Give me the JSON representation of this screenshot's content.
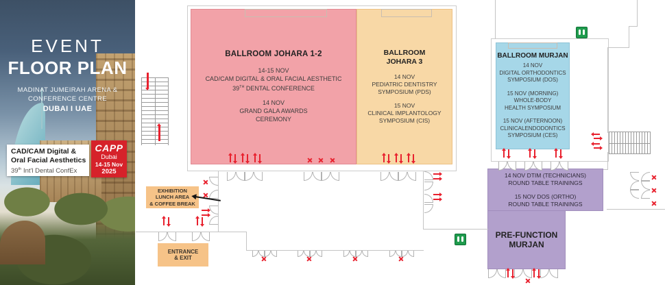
{
  "panel": {
    "title1": "EVENT",
    "title2": "FLOOR PLAN",
    "venue1": "MADINAT JUMEIRAH ARENA &",
    "venue2": "CONFERENCE CENTRE",
    "venue3": "DUBAI I UAE",
    "event1": "CAD/CAM Digital &",
    "event2": "Oral Facial Aesthetics",
    "sub_num": "39",
    "sub_sup": "th",
    "sub_rest": " Int'l Dental ConfEx",
    "badge": {
      "logo": "CAPP",
      "city": "Dubai",
      "dates": "14-15 Nov",
      "year": "2025",
      "color": "#d6222a"
    }
  },
  "rooms": {
    "johara12": {
      "name": "BALLROOM JOHARA 1-2",
      "e1l1": "14-15 NOV",
      "e1l2": "CAD/CAM DIGITAL & ORAL FACIAL AESTHETIC",
      "e1l3num": "39",
      "e1l3sup": "TH",
      "e1l3rest": " DENTAL CONFERENCE",
      "e2l1": "14 NOV",
      "e2l2": "GRAND GALA AWARDS",
      "e2l3": "CEREMONY",
      "color": "#f2a2a8"
    },
    "johara3": {
      "n1": "BALLROOM",
      "n2": "JOHARA 3",
      "e1l1": "14 NOV",
      "e1l2": "PEDIATRIC DENTISTRY",
      "e1l3": "SYMPOSIUM (PDS)",
      "e2l1": "15 NOV",
      "e2l2": "CLINICAL IMPLANTOLOGY",
      "e2l3": "SYMPOSIUM (CIS)",
      "color": "#f8d8a6"
    },
    "murjan": {
      "name": "BALLROOM MURJAN",
      "e1l1": "14 NOV",
      "e1l2": "DIGITAL ORTHODONTICS",
      "e1l3": "SYMPOSIUM (DOS)",
      "e2l1": "15 NOV (MORNING)",
      "e2l2": "WHOLE-BODY",
      "e2l3": "HEALTH SYMPOSIUM",
      "e3l1": "15 NOV (AFTERNOON)",
      "e3l2": "CLINICALENDODONTICS",
      "e3l3": "SYMPOSIUM (CES)",
      "color": "#a6d7e8"
    },
    "prefunction": {
      "e1l1": "14 NOV DTIM (TECHNICIANS)",
      "e1l2": "ROUND TABLE TRAININGS",
      "e2l1": "15 NOV DOS (ORTHO)",
      "e2l2": "ROUND TABLE TRAININGS",
      "n1": "PRE-FUNCTION",
      "n2": "MURJAN",
      "color": "#b2a0cc"
    }
  },
  "areas": {
    "exhibition": {
      "l1": "EXHIBITION",
      "l2": "LUNCH AREA",
      "l3": "& COFFEE BREAK",
      "color": "#f6c388"
    },
    "entrance": {
      "l1": "ENTRANCE",
      "l2": "& EXIT",
      "color": "#f6c388"
    }
  },
  "icons": {
    "restroom": "wc-two-figures",
    "stairs": "stair-treads",
    "blocked_exit": "red-x-mark",
    "direction": "red-arrow",
    "pointer": "black-arrow"
  },
  "colors": {
    "red": "#e8212e",
    "green": "#1f9b4d",
    "wall": "#c4c4c4"
  }
}
